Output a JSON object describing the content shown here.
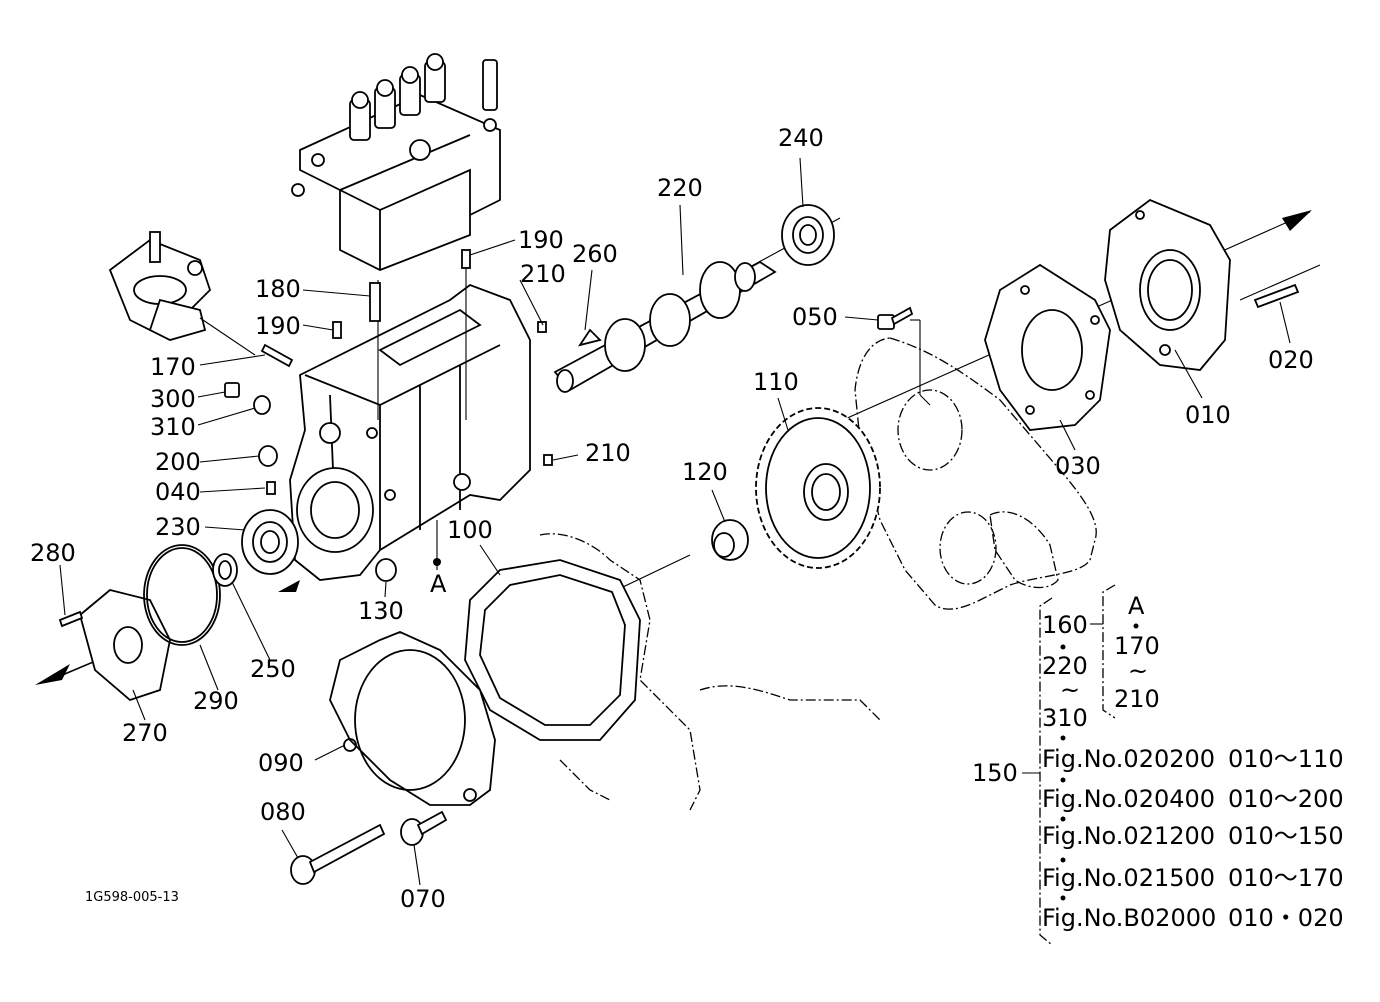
{
  "drawing_code": "1G598-005-13",
  "callouts": {
    "p010": "010",
    "p020": "020",
    "p030": "030",
    "p040": "040",
    "p050": "050",
    "p070": "070",
    "p080": "080",
    "p090": "090",
    "p100": "100",
    "p110": "110",
    "p120": "120",
    "p130": "130",
    "p170": "170",
    "p180": "180",
    "p190a": "190",
    "p190b": "190",
    "p200": "200",
    "p210a": "210",
    "p210b": "210",
    "p220": "220",
    "p230": "230",
    "p240": "240",
    "p250": "250",
    "p260": "260",
    "p270": "270",
    "p280": "280",
    "p290": "290",
    "p300": "300",
    "p310": "310",
    "pA": "A"
  },
  "assembly": {
    "group_label": "150",
    "sub_a": "160",
    "sub_b": "220",
    "sub_b_tilde": "~",
    "sub_c": "310",
    "sub_d_top": "A",
    "sub_d_mid": "170",
    "sub_d_tilde": "~",
    "sub_d_bot": "210",
    "figs": [
      {
        "fig": "Fig.No.020200",
        "range": "010～110"
      },
      {
        "fig": "Fig.No.020400",
        "range": "010～200"
      },
      {
        "fig": "Fig.No.021200",
        "range": "010～150"
      },
      {
        "fig": "Fig.No.021500",
        "range": "010～170"
      },
      {
        "fig": "Fig.No.B02000",
        "range": "010・020"
      }
    ]
  }
}
